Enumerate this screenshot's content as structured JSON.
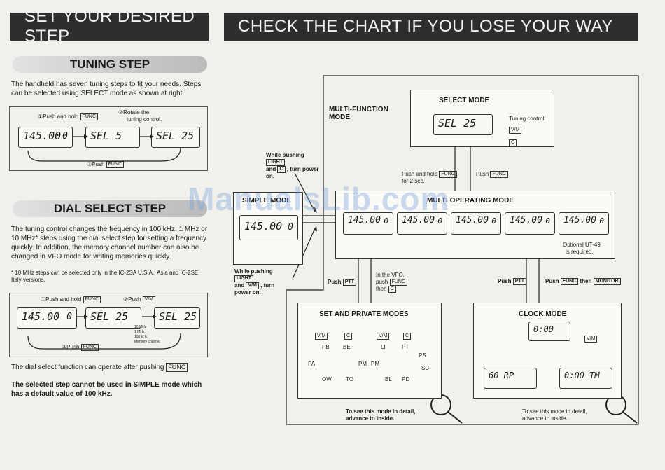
{
  "banners": {
    "left": "SET YOUR DESIRED STEP",
    "right": "CHECK THE CHART IF YOU LOSE YOUR WAY"
  },
  "tuning": {
    "heading": "TUNING STEP",
    "intro": "The handheld has seven tuning steps to fit your needs. Steps can be selected using SELECT mode as shown at right.",
    "step1": "①Push and hold",
    "step1_key": "FUNC",
    "step2_a": "②Rotate the",
    "step2_b": "tuning control.",
    "step3": "③Push",
    "step3_key": "FUNC",
    "lcd1_main": "145.00",
    "lcd1_ch": "0",
    "lcd2_main": "SEL 5",
    "lcd3_main": "SEL 25"
  },
  "dial": {
    "heading": "DIAL SELECT STEP",
    "intro": "The tuning control changes the frequency in 100 kHz, 1 MHz or 10 MHz* steps using the dial select step for setting a frequency quickly. In addition, the memory channel number can also be changed in VFO mode for writing memories quickly.",
    "footnote": "* 10 MHz steps can be selected only in the IC-2SA U.S.A., Asia and IC-2SE Italy versions.",
    "step1": "①Push and hold",
    "step1_key": "FUNC",
    "step2": "②Push",
    "step2_key": "V/M",
    "step3": "③Push",
    "step3_key": "FUNC",
    "lcd1_main": "145.00",
    "lcd1_ch": "0",
    "lcd2_main": "SEL 25",
    "lcd3_main": "SEL 25",
    "options": [
      "10 MHz",
      "1 MHz",
      "100 kHz",
      "Memory channel"
    ],
    "note1": "The dial select function can operate after pushing",
    "note1_key": "FUNC",
    "note2": "The selected step cannot be used in SIMPLE mode which has a default value of 100 kHz."
  },
  "chart": {
    "multi_function": "MULTI-FUNCTION MODE",
    "select_mode": "SELECT MODE",
    "tuning_control": "Tuning control",
    "select_lcd": "SEL 25",
    "select_keys": [
      "V/M",
      "C"
    ],
    "push_hold": "Push and hold",
    "push_hold_key": "FUNC",
    "push_hold_time": "for 2 sec.",
    "push_label": "Push",
    "push_key": "FUNC",
    "while_pushing_top": "While pushing",
    "while_key_top": "LIGHT",
    "while_and_top": "and",
    "while_key2_top": "C",
    "while_turn_top": ", turn power",
    "while_on_top": "on.",
    "simple_mode": "SIMPLE MODE",
    "simple_lcd_main": "145.00",
    "simple_lcd_ch": "0",
    "multi_operating": "MULTI OPERATING MODE",
    "op_lcds": [
      "145.00",
      "145.00",
      "145.00",
      "145.00",
      "145.00"
    ],
    "op_lcds_ch": [
      "0",
      "0",
      "0",
      "0",
      "0"
    ],
    "optional": "Optional UT-49",
    "optional2": "is required.",
    "while_pushing_bottom": "While pushing",
    "while_key_bottom": "LIGHT",
    "while_and_bottom": "and",
    "while_key2_bottom": "V/M",
    "while_turn_bottom": ", turn",
    "while_on_bottom": "power on.",
    "push_ptt": "Push",
    "push_ptt_key": "PTT",
    "in_vfo_a": "In the VFO,",
    "in_vfo_b": "push",
    "in_vfo_key": "FUNC",
    "in_vfo_c": "then",
    "in_vfo_key2": "C",
    "push_ptt2": "Push",
    "push_ptt2_key": "PTT",
    "push_func_monitor": "Push",
    "push_func_key": "FUNC",
    "push_func_then": "then",
    "push_monitor_key": "MONITOR",
    "set_private": "SET AND PRIVATE MODES",
    "sp_keys": [
      "V/M",
      "C",
      "V/M",
      "C"
    ],
    "sp_left": [
      "PB",
      "BE",
      "PA",
      "PM",
      "OW",
      "TO"
    ],
    "sp_right": [
      "LI",
      "PT",
      "PM",
      "PS",
      "SC",
      "BL",
      "PD"
    ],
    "clock_mode": "CLOCK MODE",
    "clock_lcd_top": "0:00",
    "clock_key": "V/M",
    "clock_lcd_left": "60 RP",
    "clock_lcd_right": "0:00 TM",
    "detail_a": "To see this mode in detail,",
    "detail_b": "advance to inside.",
    "detail_c": "To see this mode in detail,",
    "detail_d": "advance to inside."
  },
  "watermark": "ManualsLib.com"
}
